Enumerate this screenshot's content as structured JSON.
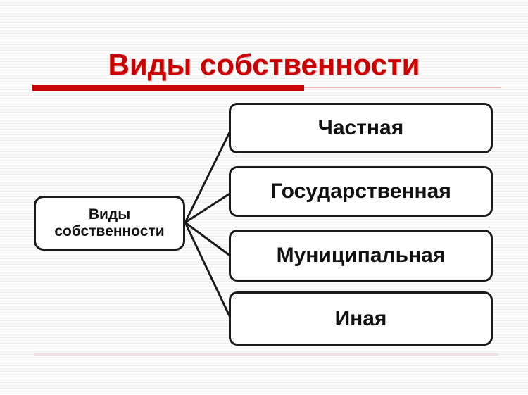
{
  "slide": {
    "title": "Виды собственности",
    "accent_color": "#cc0000",
    "box_border_color": "#1a1a1a",
    "background_color": "#fbfbfb"
  },
  "diagram": {
    "type": "tree",
    "root": {
      "label": "Виды собственности",
      "line1": "Виды",
      "line2": "собственности"
    },
    "branches": [
      {
        "label": "Частная"
      },
      {
        "label": "Государственная"
      },
      {
        "label": "Муниципальная"
      },
      {
        "label": "Иная"
      }
    ]
  }
}
